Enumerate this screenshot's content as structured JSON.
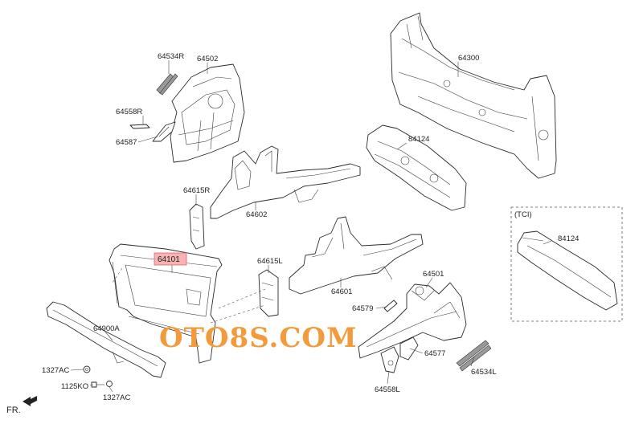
{
  "labels": {
    "p64534R": "64534R",
    "p64502": "64502",
    "p64558R": "64558R",
    "p64587": "64587",
    "p64300": "64300",
    "p84124_top": "84124",
    "p64615R": "64615R",
    "p64602": "64602",
    "p64101": "64101",
    "p64615L": "64615L",
    "p64601": "64601",
    "p64501": "64501",
    "p64579": "64579",
    "p64577": "64577",
    "p64558L": "64558L",
    "p64534L": "64534L",
    "p64900A": "64900A",
    "p1327AC_a": "1327AC",
    "p1125KO": "1125KO",
    "p1327AC_b": "1327AC",
    "tci": "(TCI)",
    "p84124_tci": "84124"
  },
  "direction_label": "FR.",
  "watermark": "OTO8S.COM",
  "colors": {
    "highlight_fill": "#f7b3b3",
    "highlight_stroke": "#e06666",
    "watermark": "#f39b3c"
  }
}
